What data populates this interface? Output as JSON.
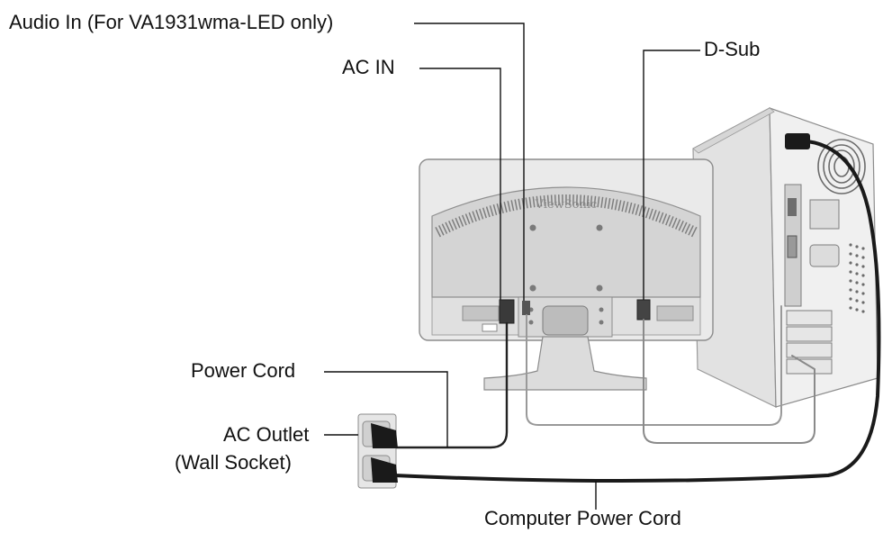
{
  "labels": {
    "audio_in": "Audio In (For VA1931wma-LED only)",
    "ac_in": "AC IN",
    "d_sub": "D-Sub",
    "power_cord": "Power Cord",
    "ac_outlet": "AC Outlet",
    "wall_socket": "(Wall Socket)",
    "computer_power_cord": "Computer Power Cord"
  },
  "monitor": {
    "brand": "ViewSonic"
  },
  "colors": {
    "line": "#111111",
    "cable": "#8a8a8a",
    "body": "#e9e9e9",
    "panel": "#d3d3d3",
    "shadow": "#b9b9b9"
  }
}
